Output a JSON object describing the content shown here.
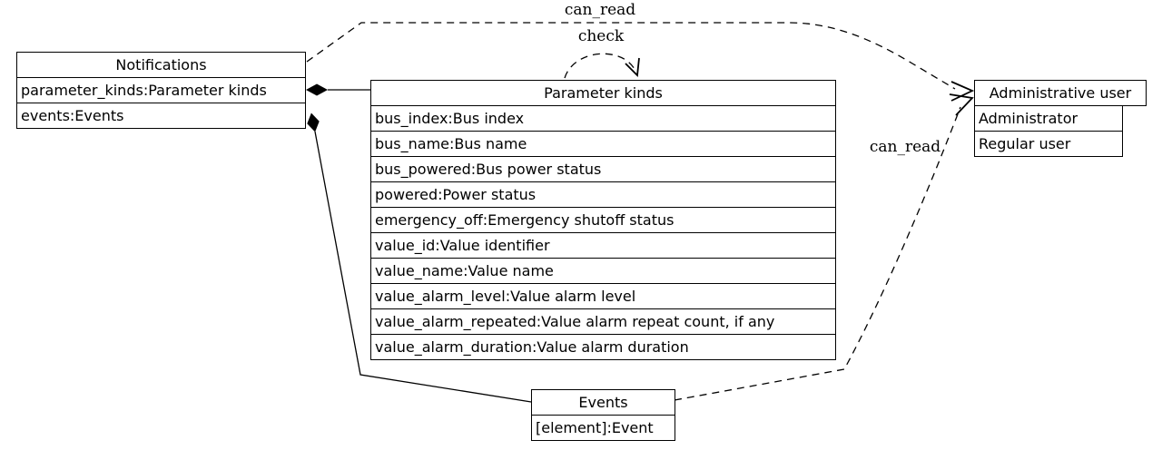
{
  "nodes": {
    "notifications": {
      "title": "Notifications",
      "rows": [
        "parameter_kinds:Parameter kinds",
        "events:Events"
      ]
    },
    "parameter_kinds": {
      "title": "Parameter kinds",
      "rows": [
        "bus_index:Bus index",
        "bus_name:Bus name",
        "bus_powered:Bus power status",
        "powered:Power status",
        "emergency_off:Emergency shutoff status",
        "value_id:Value identifier",
        "value_name:Value name",
        "value_alarm_level:Value alarm level",
        "value_alarm_repeated:Value alarm repeat count, if any",
        "value_alarm_duration:Value alarm duration"
      ]
    },
    "administrative_user": {
      "title": "Administrative user",
      "rows": [
        "Administrator",
        "Regular user"
      ]
    },
    "events": {
      "title": "Events",
      "rows": [
        "[element]:Event"
      ]
    }
  },
  "edges": {
    "can_read_top": {
      "label": "can_read",
      "style": "dashed-vee-arrow"
    },
    "check_loop": {
      "label": "check",
      "style": "dashed-vee-arrow"
    },
    "can_read_bottom": {
      "label": "can_read",
      "style": "dashed-vee-arrow"
    },
    "notifications_to_parameter_kinds": {
      "style": "solid-composition-diamond"
    },
    "notifications_to_events": {
      "style": "solid-composition-diamond"
    }
  },
  "colors": {
    "stroke": "#000000",
    "node_fill": "#ffffff",
    "background": "#ffffff"
  }
}
